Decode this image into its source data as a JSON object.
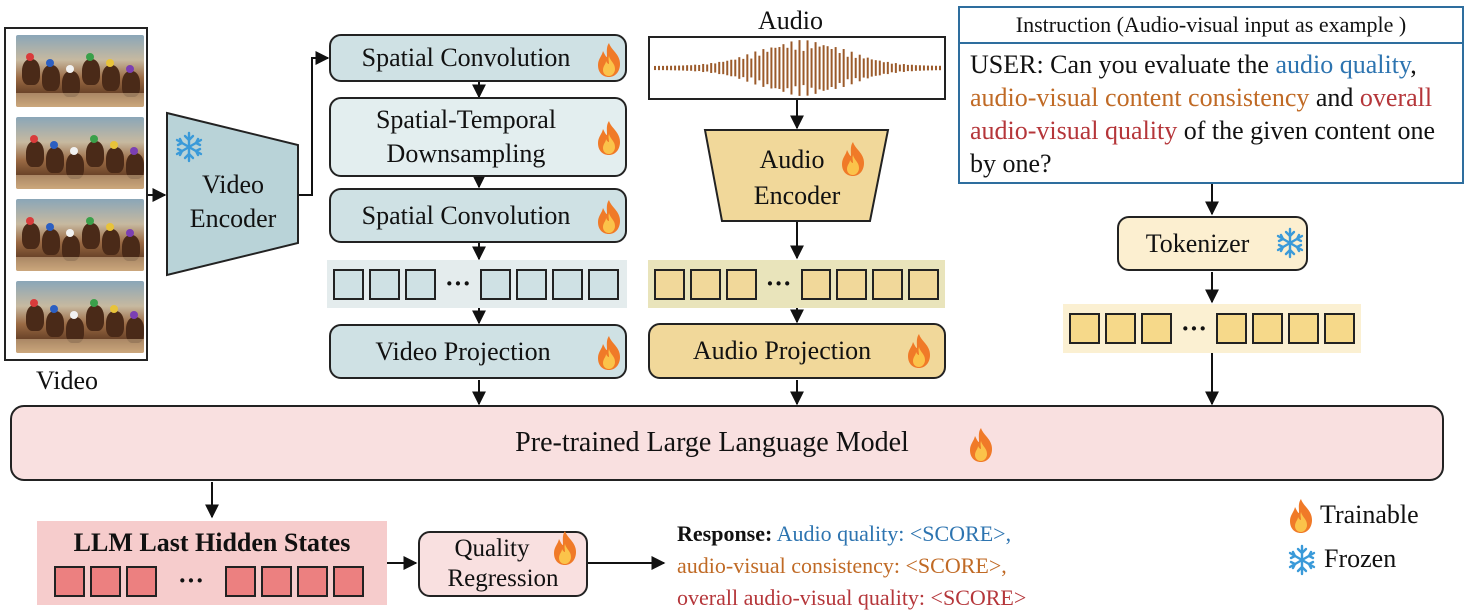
{
  "video": {
    "label": "Video",
    "frame_count": 4
  },
  "video_encoder": {
    "label_line1": "Video",
    "label_line2": "Encoder",
    "state": "frozen"
  },
  "video_branch": {
    "spatial_conv_1": "Spatial Convolution",
    "downsampling_line1": "Spatial-Temporal",
    "downsampling_line2": "Downsampling",
    "spatial_conv_2": "Spatial Convolution",
    "tokens_dots": "···",
    "projection": "Video Projection"
  },
  "audio": {
    "label": "Audio"
  },
  "audio_encoder": {
    "label_line1": "Audio",
    "label_line2": "Encoder",
    "state": "trainable"
  },
  "audio_branch": {
    "tokens_dots": "···",
    "projection": "Audio Projection"
  },
  "instruction": {
    "header": "Instruction (Audio-visual input as example )",
    "prefix": "USER: Can you evaluate the ",
    "audio_quality": "audio quality",
    "sep1": ", ",
    "av_consistency": "audio-visual content consistency",
    "sep2": " and ",
    "overall_quality": "overall audio-visual quality",
    "suffix": " of the given content one by one?"
  },
  "tokenizer": {
    "label": "Tokenizer",
    "state": "frozen",
    "tokens_dots": "···"
  },
  "llm": {
    "label": "Pre-trained Large Language Model",
    "state": "trainable"
  },
  "hidden_states": {
    "label": "LLM Last Hidden States",
    "dots": "···"
  },
  "quality_regression": {
    "label_line1": "Quality",
    "label_line2": "Regression"
  },
  "response": {
    "prefix": "Response:",
    "line1": " Audio quality: <SCORE>,",
    "line2": "audio-visual consistency: <SCORE>,",
    "line3": "overall audio-visual quality: <SCORE>"
  },
  "legend": {
    "trainable": "Trainable",
    "frozen": "Frozen"
  },
  "colors": {
    "video_block": "#cfe1e4",
    "audio_block": "#f1d89a",
    "tokenizer_block": "#fcefd0",
    "llm_block": "#f9e0e0",
    "hidden_token": "#ec8080",
    "instruction_border": "#2e6e9e",
    "accent_blue": "#2d74b0",
    "accent_orange": "#c06a25",
    "accent_red": "#b5363a"
  },
  "icons": {
    "trainable": "flame-icon",
    "frozen": "snowflake-icon"
  }
}
